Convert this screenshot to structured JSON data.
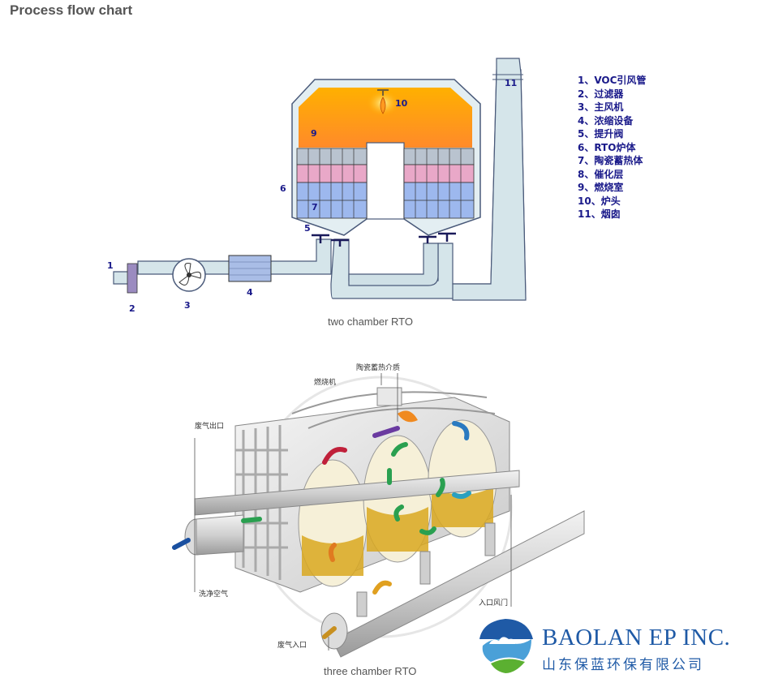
{
  "page_title": "Process flow chart",
  "diagram1": {
    "caption": "two chamber RTO",
    "labels": [
      "1",
      "2",
      "3",
      "4",
      "5",
      "6",
      "7",
      "9",
      "10",
      "11"
    ],
    "legend": [
      "1、VOC引风管",
      "2、过滤器",
      "3、主风机",
      "4、浓缩设备",
      "5、提升阀",
      "6、RTO炉体",
      "7、陶瓷蓄热体",
      "8、催化层",
      "9、燃烧室",
      "10、炉头",
      "11、烟囱"
    ]
  },
  "diagram2": {
    "caption": "three chamber RTO",
    "labels": {
      "ceramic": "陶瓷蓄热介质",
      "burner": "燃烧机",
      "exhaust_out": "废气出口",
      "purge_air": "洗净空气",
      "inlet_damper": "入口风门",
      "exhaust_in": "废气入口"
    }
  },
  "logo": {
    "name": "BAOLAN EP INC.",
    "chinese": "山东保蓝环保有限公司",
    "colors": {
      "blue": "#1f5aa6",
      "green": "#5bb031"
    }
  }
}
